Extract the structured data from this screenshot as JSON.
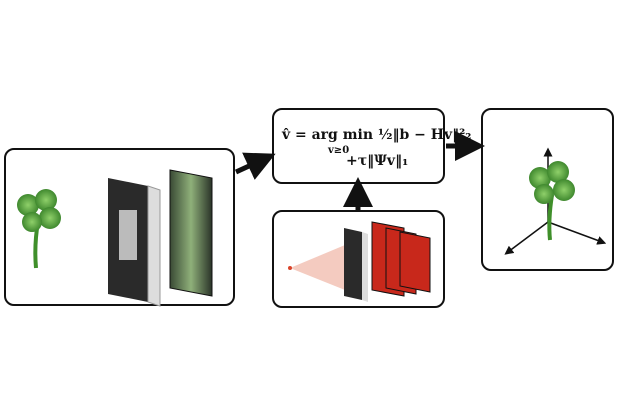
{
  "formula": {
    "line1": "v̂ = arg min ½‖b − Hv‖²₂",
    "subscript": "v≥0",
    "line2": "+τ‖Ψv‖₁"
  },
  "colors": {
    "clover": "#3f8f2a",
    "mask": "#2a2a2a",
    "sensor": "#6f9a5a",
    "laser": "#d9442b",
    "psf": "#c8281b"
  }
}
